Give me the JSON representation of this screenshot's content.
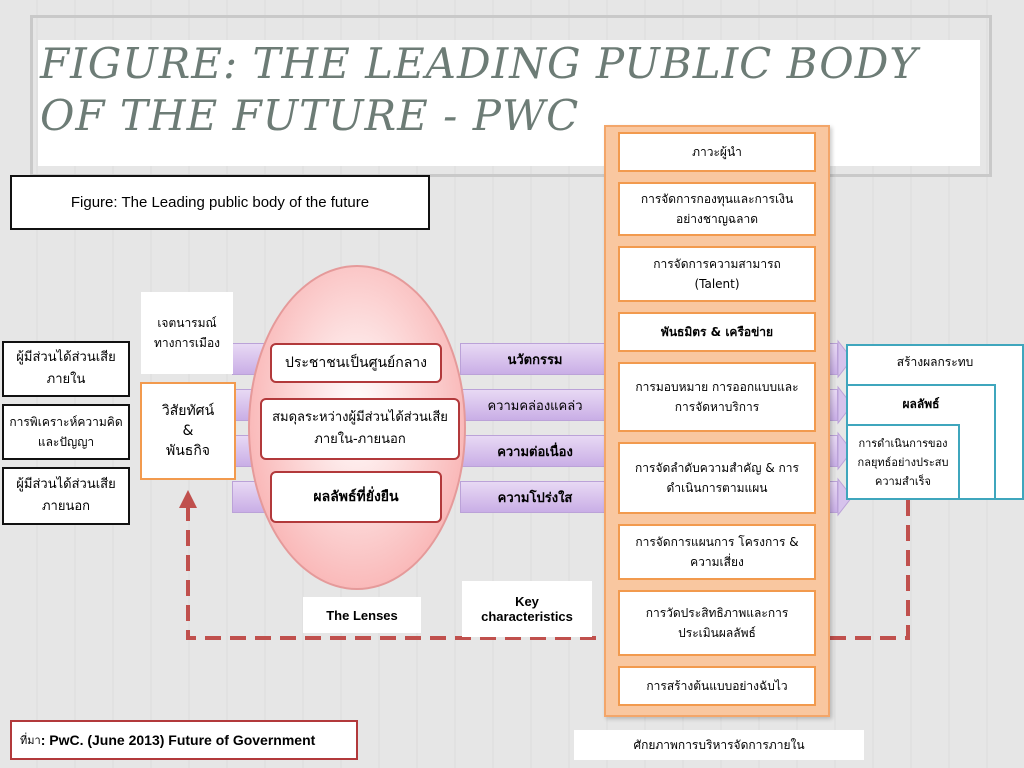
{
  "title": {
    "line1": "FIGURE: THE LEADING PUBLIC BODY",
    "line2": "OF THE FUTURE - PWC"
  },
  "figure_label": "Figure: The Leading public body of the future",
  "left_stakeholders": [
    "ผู้มีส่วนได้ส่วนเสียภายใน",
    "การพิเคราะห์ความคิดและปัญญา",
    "ผู้มีส่วนได้ส่วนเสียภายนอก"
  ],
  "political_will": "เจตนารมณ์ทางการเมือง",
  "vision_mission": [
    "วิสัยทัศน์",
    "&",
    "พันธกิจ"
  ],
  "lenses": [
    "ประชาชนเป็นศูนย์กลาง",
    "สมดุลระหว่างผู้มีส่วนได้ส่วนเสียภายใน-ภายนอก",
    "ผลลัพธ์ที่ยั่งยืน"
  ],
  "bars": [
    "นวัตกรรม",
    "ความคล่องแคล่ว",
    "ความต่อเนื่อง",
    "ความโปร่งใส"
  ],
  "capabilities": [
    "ภาวะผู้นำ",
    "การจัดการกองทุนและการเงินอย่างชาญฉลาด",
    "การจัดการความสามารถ (Talent)",
    "พันธมิตร & เครือข่าย",
    "การมอบหมาย การออกแบบและการจัดหาบริการ",
    "การจัดลำดับความสำคัญ & การดำเนินการตามแผน",
    "การจัดการแผนการ โครงการ & ความเสี่ยง",
    "การวัดประสิทธิภาพและการประเมินผลลัพธ์",
    "การสร้างต้นแบบอย่างฉับไว"
  ],
  "outcomes": [
    "สร้างผลกระทบ",
    "ผลลัพธ์",
    "การดำเนินการของกลยุทธ์อย่างประสบความสำเร็จ"
  ],
  "lenses_label": "The Lenses",
  "key_characteristics_label": "Key characteristics",
  "source_prefix": "ที่มา",
  "source_text": ": PwC. (June 2013) Future of Government",
  "capacity_label": "ศักยภาพการบริหารจัดการภายใน",
  "colors": {
    "title": "#6d7c76",
    "red_border": "#b2393b",
    "orange_border": "#f29a4e",
    "teal_border": "#3fa6bd",
    "dashed_line": "#c0504d"
  }
}
